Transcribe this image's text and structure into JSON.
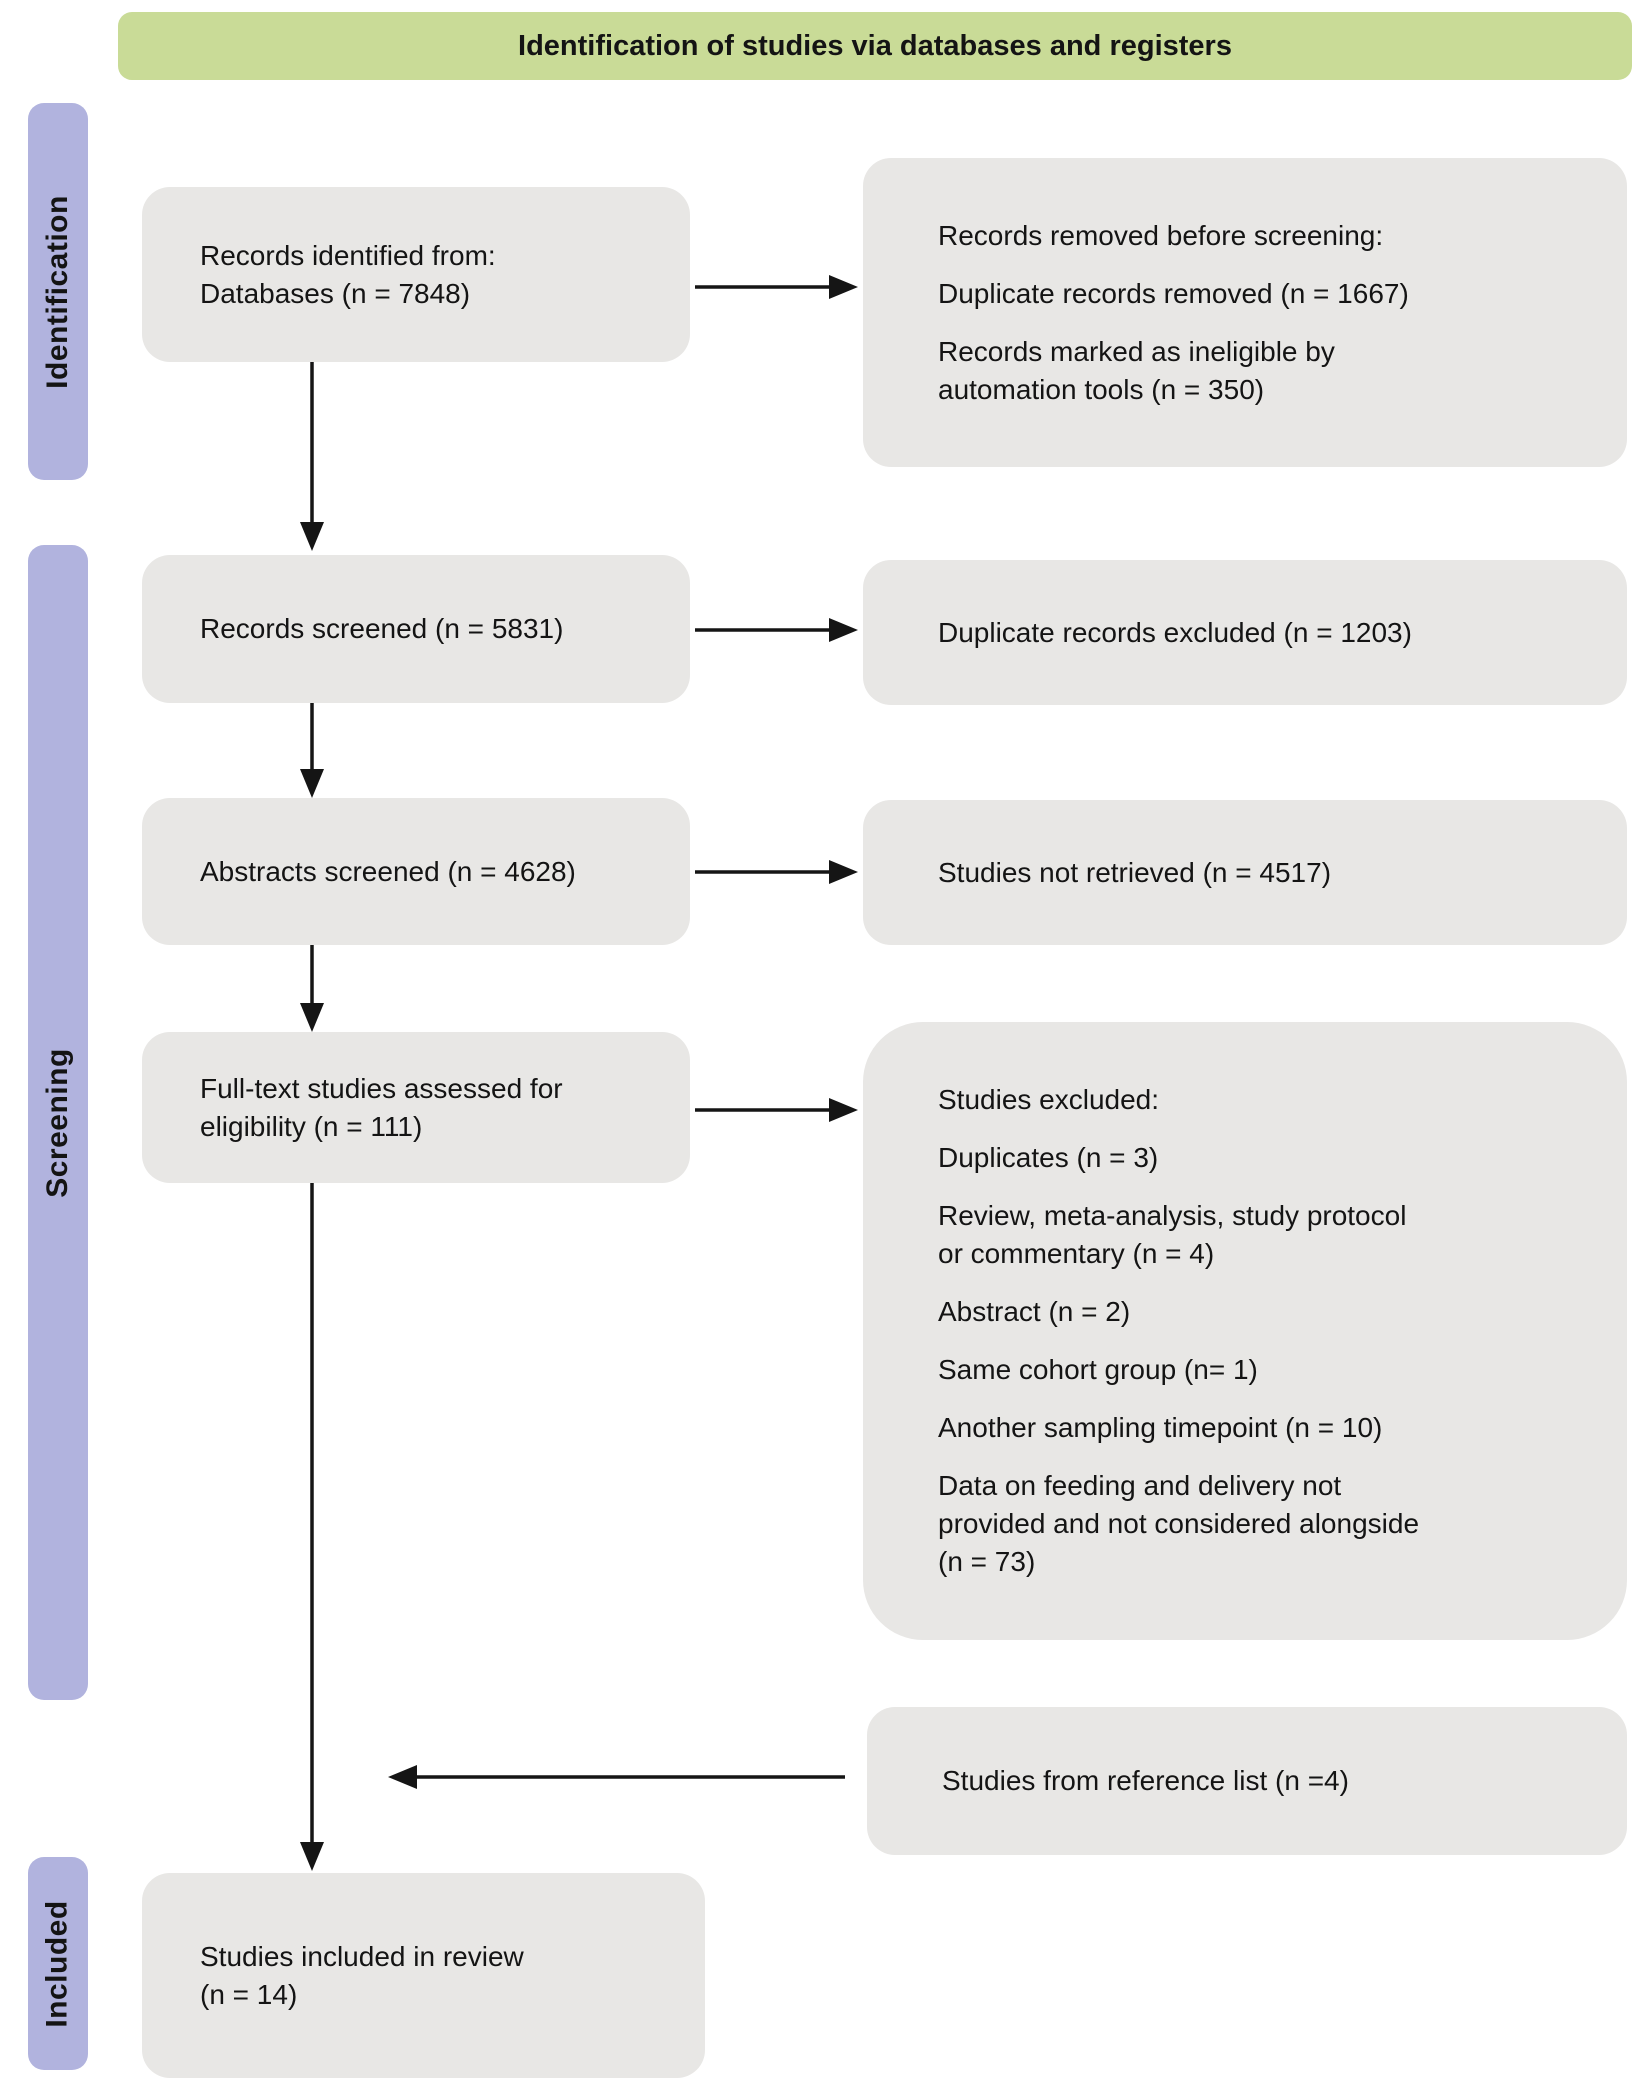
{
  "banner": {
    "label": "Identification of studies via databases and registers",
    "bg_color": "#c9db97"
  },
  "sidebar": {
    "bg_color": "#b1b3de",
    "stages": [
      {
        "label": "Identification"
      },
      {
        "label": "Screening"
      },
      {
        "label": "Included"
      }
    ]
  },
  "flow": {
    "records_identified": {
      "text": "Records identified from:\nDatabases (n = 7848)"
    },
    "records_removed": {
      "title": "Records removed before screening:",
      "items": [
        "Duplicate records removed  (n = 1667)",
        "Records marked as ineligible by\nautomation tools (n = 350)"
      ]
    },
    "records_screened": {
      "text": "Records screened (n = 5831)"
    },
    "duplicates_excluded": {
      "text": "Duplicate records excluded (n = 1203)"
    },
    "abstracts_screened": {
      "text": "Abstracts screened (n = 4628)"
    },
    "studies_not_retrieved": {
      "text": "Studies not retrieved (n = 4517)"
    },
    "fulltext_assessed": {
      "text": "Full-text studies assessed for\neligibility (n = 111)"
    },
    "studies_excluded": {
      "title": "Studies excluded:",
      "items": [
        "Duplicates (n = 3)",
        "Review, meta-analysis, study protocol\nor commentary (n = 4)",
        "Abstract (n = 2)",
        "Same cohort group (n= 1)",
        "Another sampling timepoint (n = 10)",
        "Data on feeding and delivery not\nprovided and not considered alongside\n(n = 73)"
      ]
    },
    "reference_list": {
      "text": "Studies from reference list (n =4)"
    },
    "studies_included": {
      "text": "Studies included in review\n(n = 14)"
    }
  },
  "colors": {
    "box_fill": "#e8e7e5",
    "arrow": "#151515",
    "text": "#141414"
  }
}
